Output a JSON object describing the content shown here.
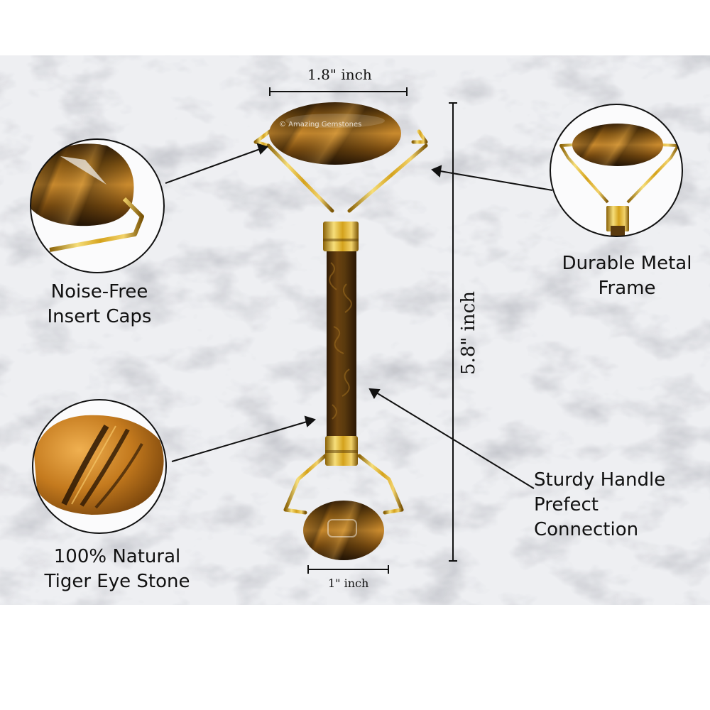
{
  "watermark": "© Amazing Gemstones",
  "dimensions": {
    "width_top": "1.8\" inch",
    "length": "5.8\" inch",
    "width_bottom": "1\" inch"
  },
  "features": {
    "insert_caps": [
      "Noise-Free",
      "Insert Caps"
    ],
    "metal_frame": [
      "Durable Metal",
      "Frame"
    ],
    "stone": [
      "100% Natural",
      "Tiger Eye Stone"
    ],
    "handle": [
      "Sturdy Handle",
      "Prefect",
      "Connection"
    ]
  },
  "colors": {
    "background": "#ffffff",
    "marble": "#eeeff2",
    "stone_dark": "#3a2208",
    "stone_mid": "#8a5a14",
    "stone_light": "#c98a2e",
    "gold": "#d4a21c",
    "gold_light": "#f6de7a",
    "text": "#111111"
  },
  "icons": [
    "face-roller-image",
    "insert-cap-closeup",
    "metal-frame-closeup",
    "tiger-eye-stone-closeup"
  ]
}
